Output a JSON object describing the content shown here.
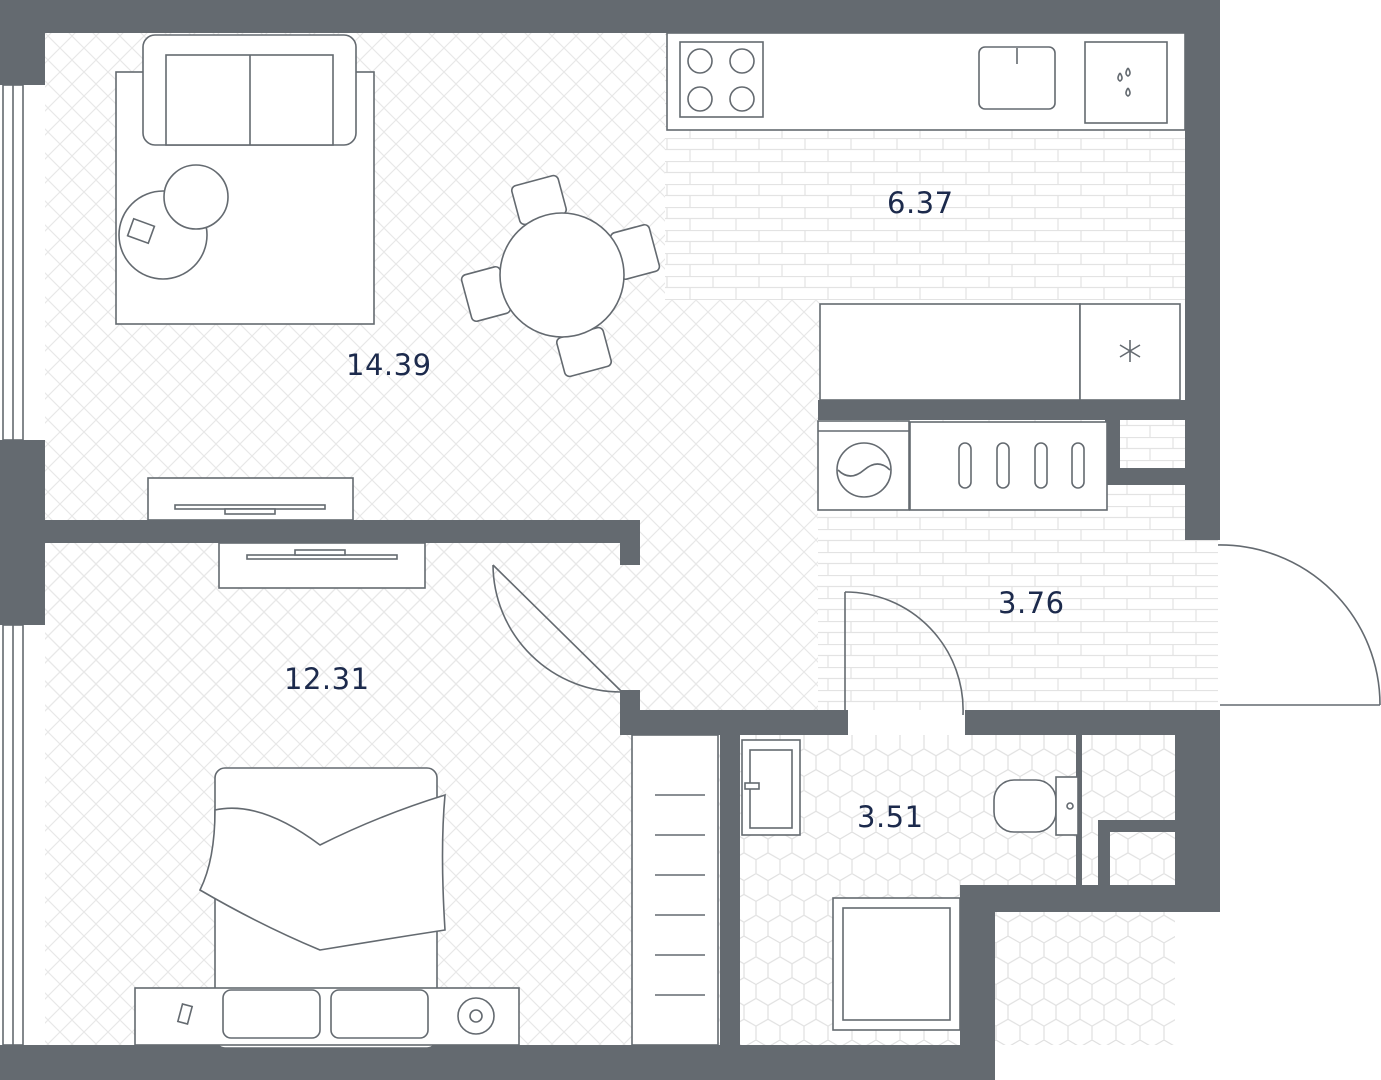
{
  "rooms": [
    {
      "name": "living-room",
      "area": "14.39"
    },
    {
      "name": "kitchen",
      "area": "6.37"
    },
    {
      "name": "bedroom",
      "area": "12.31"
    },
    {
      "name": "hallway",
      "area": "3.76"
    },
    {
      "name": "bathroom",
      "area": "3.51"
    }
  ],
  "colors": {
    "wall": "#646a70",
    "label": "#1c2a4c",
    "floor_line": "#e6e6e6"
  }
}
